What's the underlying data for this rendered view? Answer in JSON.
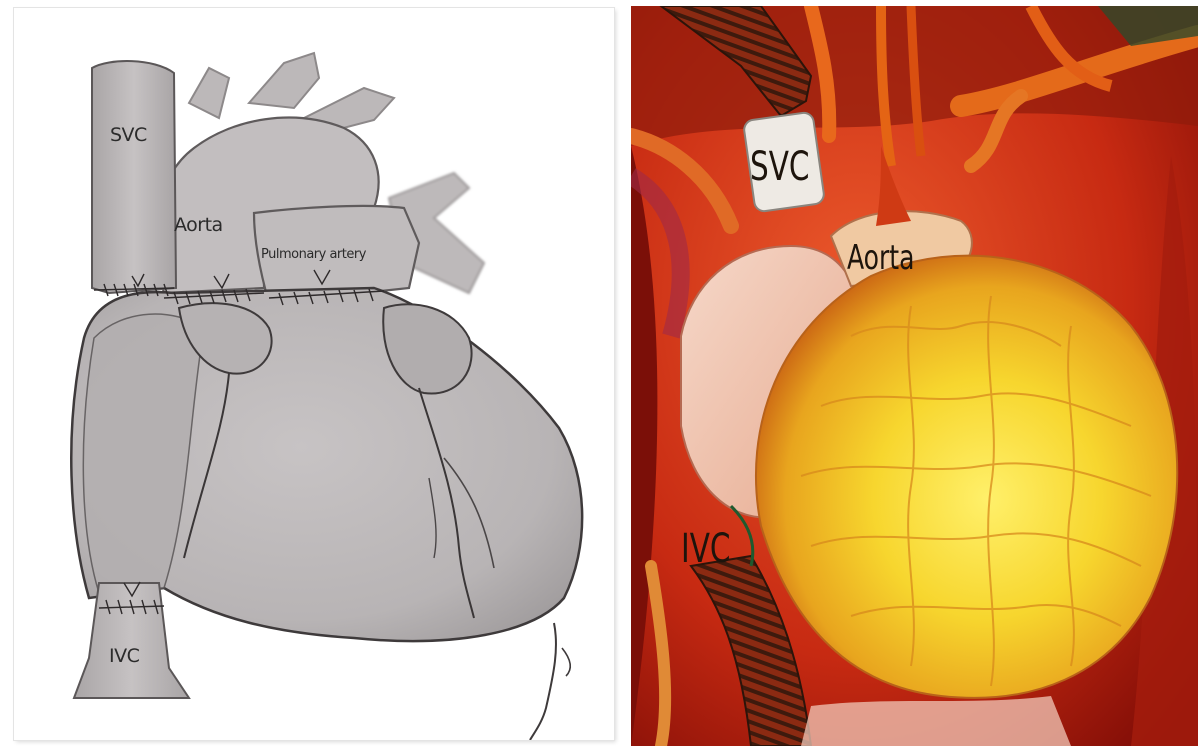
{
  "sketch": {
    "labels": {
      "svc": "SVC",
      "aorta": "Aorta",
      "pulmonary_artery": "Pulmonary artery",
      "ivc": "IVC"
    }
  },
  "photo": {
    "labels": {
      "svc": "SVC",
      "aorta": "Aorta",
      "ivc": "IVC"
    }
  }
}
